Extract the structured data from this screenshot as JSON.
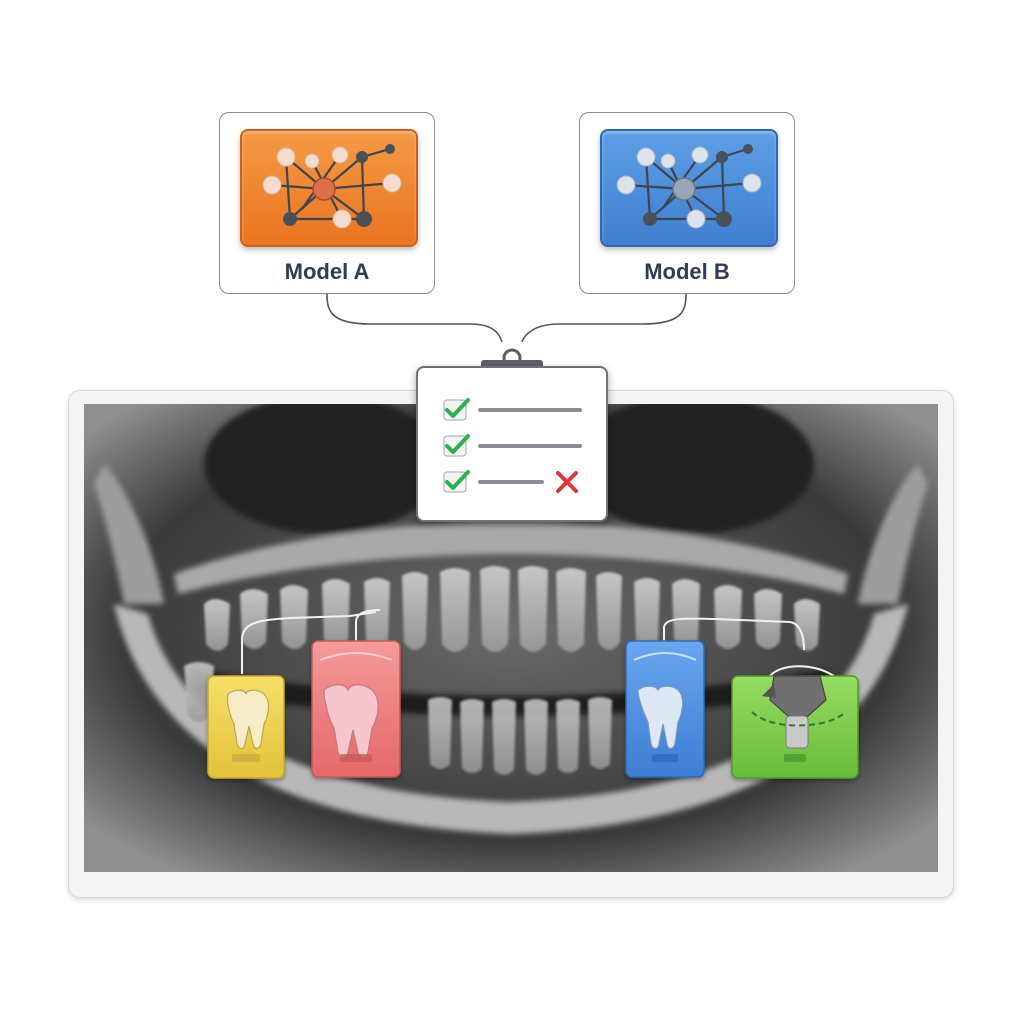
{
  "models": [
    {
      "label": "Model A",
      "color": "#f0822a",
      "icon": "neural-network-icon"
    },
    {
      "label": "Model B",
      "color": "#4a8fd8",
      "icon": "neural-network-icon"
    }
  ],
  "checklist": {
    "items": [
      {
        "status": "check",
        "icon": "check-icon"
      },
      {
        "status": "check",
        "icon": "check-icon"
      },
      {
        "status": "check-with-cross",
        "icon": "cross-icon"
      }
    ]
  },
  "tooth_labels": [
    {
      "color": "#efd24a",
      "icon": "tooth-icon"
    },
    {
      "color": "#ef7d7d",
      "icon": "tooth-icon"
    },
    {
      "color": "#4c8ee0",
      "icon": "tooth-icon"
    },
    {
      "color": "#7ac94a",
      "icon": "dental-implant-icon"
    }
  ]
}
